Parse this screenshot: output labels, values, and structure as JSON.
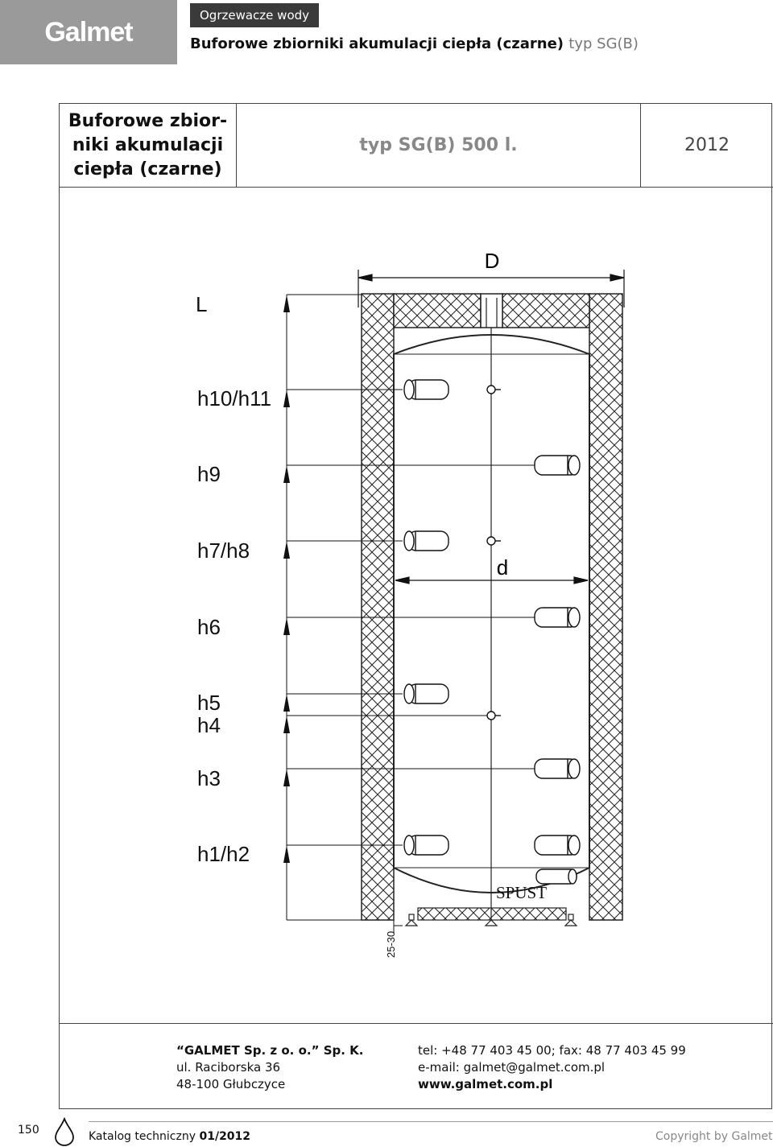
{
  "logo": {
    "text": "Galmet"
  },
  "category": "Ogrzewacze wody",
  "title": {
    "main": "Buforowe zbiorniki akumulacji ciepła (czarne)",
    "typ": "typ SG(B)"
  },
  "header": {
    "left_lines": [
      "Buforowe zbior-",
      "niki akumulacji",
      "ciepła (czarne)"
    ],
    "middle": "typ SG(B) 500 l.",
    "right": "2012"
  },
  "diagram": {
    "dim_D": "D",
    "dim_d": "d",
    "dim_L": "L",
    "height_labels": [
      "h10/h11",
      "h9",
      "h7/h8",
      "h6",
      "h5",
      "h4",
      "h3",
      "h1/h2"
    ],
    "spust": "SPUST",
    "gap": "25-30"
  },
  "footer": {
    "company": "“GALMET Sp. z o. o.” Sp. K.",
    "street": "ul. Raciborska 36",
    "city": "48-100 Głubczyce",
    "phone": "tel: +48 77 403 45 00; fax: 48 77 403 45 99",
    "email": "e-mail: galmet@galmet.com.pl",
    "www": "www.galmet.com.pl"
  },
  "page": {
    "number": "150",
    "catalog_prefix": "Katalog techniczny ",
    "catalog_issue": "01/2012",
    "copyright": "Copyright by Galmet"
  }
}
